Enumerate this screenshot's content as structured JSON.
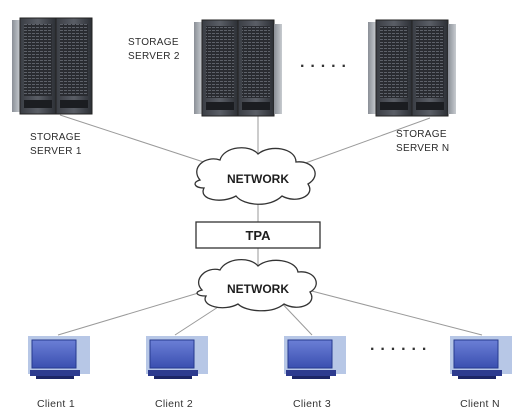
{
  "servers": [
    {
      "label_line1": "STORAGE",
      "label_line2": "SERVER 1"
    },
    {
      "label_line1": "STORAGE",
      "label_line2": "SERVER 2"
    },
    {
      "label_line1": "STORAGE",
      "label_line2": "SERVER N"
    }
  ],
  "server_ellipsis": "· · · · ·",
  "network_top": "NETWORK",
  "tpa": "TPA",
  "network_bottom": "NETWORK",
  "clients": [
    {
      "label": "Client 1"
    },
    {
      "label": "Client 2"
    },
    {
      "label": "Client 3"
    },
    {
      "label": "Client N"
    }
  ],
  "client_ellipsis": "· · · · · ·"
}
